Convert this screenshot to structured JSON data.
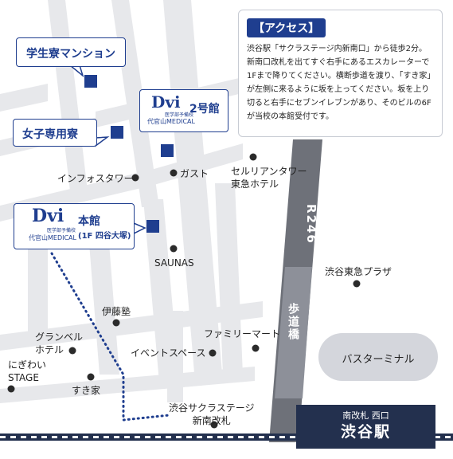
{
  "access": {
    "title": "【アクセス】",
    "body": "渋谷駅「サクラステージ内新南口」から徒歩2分。新南口改札を出てすぐ右手にあるエスカレーターで1Fまで降りてください。横断歩道を渡り、「すき家」が左側に来るように坂を上ってください。坂を上り切ると右手にセブンイレブンがあり、そのビルの6Fが当校の本館受付です。"
  },
  "callouts": {
    "student_dorm": "学生寮マンション",
    "women_dorm": "女子専用寮",
    "building2": "2号館",
    "main_building": "本館",
    "main_building_sub": "(1F 四谷大塚)"
  },
  "logo": {
    "mark": "Dvi",
    "small": "医学部予備校",
    "name": "代官山MEDICAL"
  },
  "road": "R246",
  "pois": {
    "infostower": "インフォスタワー",
    "gusto": "ガスト",
    "cerulean": "セルリアンタワー\n東急ホテル",
    "saunas": "SAUNAS",
    "tokyu_plaza": "渋谷東急プラザ",
    "itojuku": "伊藤塾",
    "familymart": "ファミリーマート",
    "grandbell": "グランベル\nホテル",
    "eventspace": "イベントスペース",
    "nigiwai": "にぎわい\nSTAGE",
    "sukiya": "すき家",
    "sakura": "渋谷サクラステージ\n新南改札",
    "hodokyo": "歩道橋",
    "bus_terminal": "バスターミナル"
  },
  "station": {
    "sub": "南改札 西口",
    "name": "渋谷駅"
  },
  "colors": {
    "road": "#e7e8eb",
    "highway": "#6e7179",
    "bridge": "#8d9099",
    "brand": "#1f3e8f",
    "station": "#23304e",
    "bus_terminal": "#d4d6dc"
  }
}
